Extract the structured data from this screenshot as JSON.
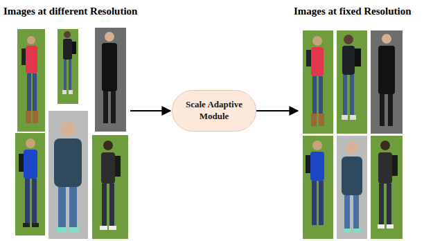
{
  "diagram": {
    "nodes": [
      {
        "text": [
          "Images at different Resolution"
        ]
      },
      {
        "text": [
          "Scale Adaptive Module"
        ]
      },
      {
        "text": [
          "Images at fixed Resolution"
        ]
      }
    ],
    "edges": [
      {
        "from": 0,
        "to": 1,
        "arrow": "to"
      },
      {
        "from": 1,
        "to": 2,
        "arrow": "to"
      }
    ]
  }
}
